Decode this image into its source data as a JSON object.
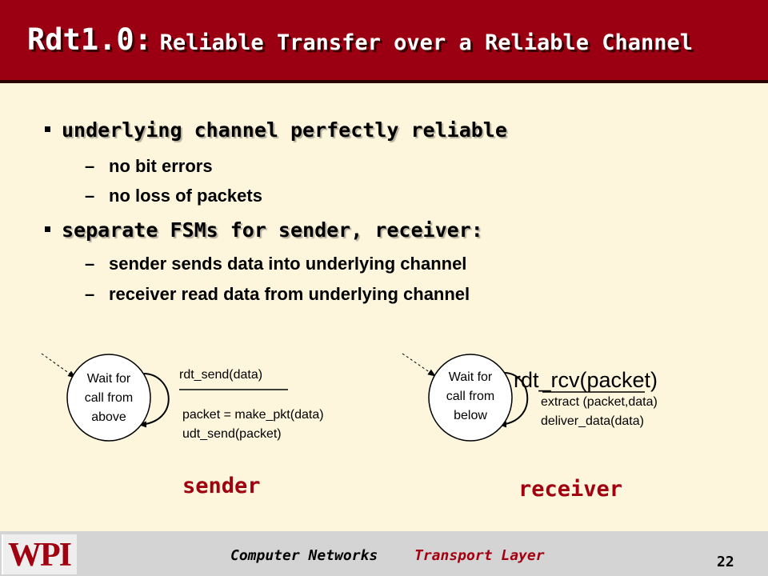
{
  "title": {
    "main": "Rdt1.0:",
    "sub": "Reliable Transfer over a Reliable Channel"
  },
  "bullets": [
    {
      "text": "underlying channel perfectly reliable",
      "subs": [
        "no bit errors",
        "no loss of packets"
      ]
    },
    {
      "text": "separate FSMs for sender, receiver:",
      "subs": [
        "sender sends data into underlying channel",
        "receiver read data from underlying channel"
      ]
    }
  ],
  "sender": {
    "state_lines": [
      "Wait for",
      "call from",
      "above"
    ],
    "event": "rdt_send(data)",
    "actions": [
      "packet = make_pkt(data)",
      "udt_send(packet)"
    ],
    "label": "sender"
  },
  "receiver": {
    "state_lines": [
      "Wait for",
      "call from",
      "below"
    ],
    "event": "rdt_rcv(packet)",
    "actions": [
      "extract (packet,data)",
      "deliver_data(data)"
    ],
    "label": "receiver"
  },
  "footer": {
    "logo": "WPI",
    "course": "Computer Networks",
    "topic": "Transport Layer",
    "page": "22"
  },
  "colors": {
    "title_bg": "#9b0012",
    "body_bg": "#fdf6dc",
    "accent": "#a00010",
    "footer_bg": "#d4d4d4"
  }
}
